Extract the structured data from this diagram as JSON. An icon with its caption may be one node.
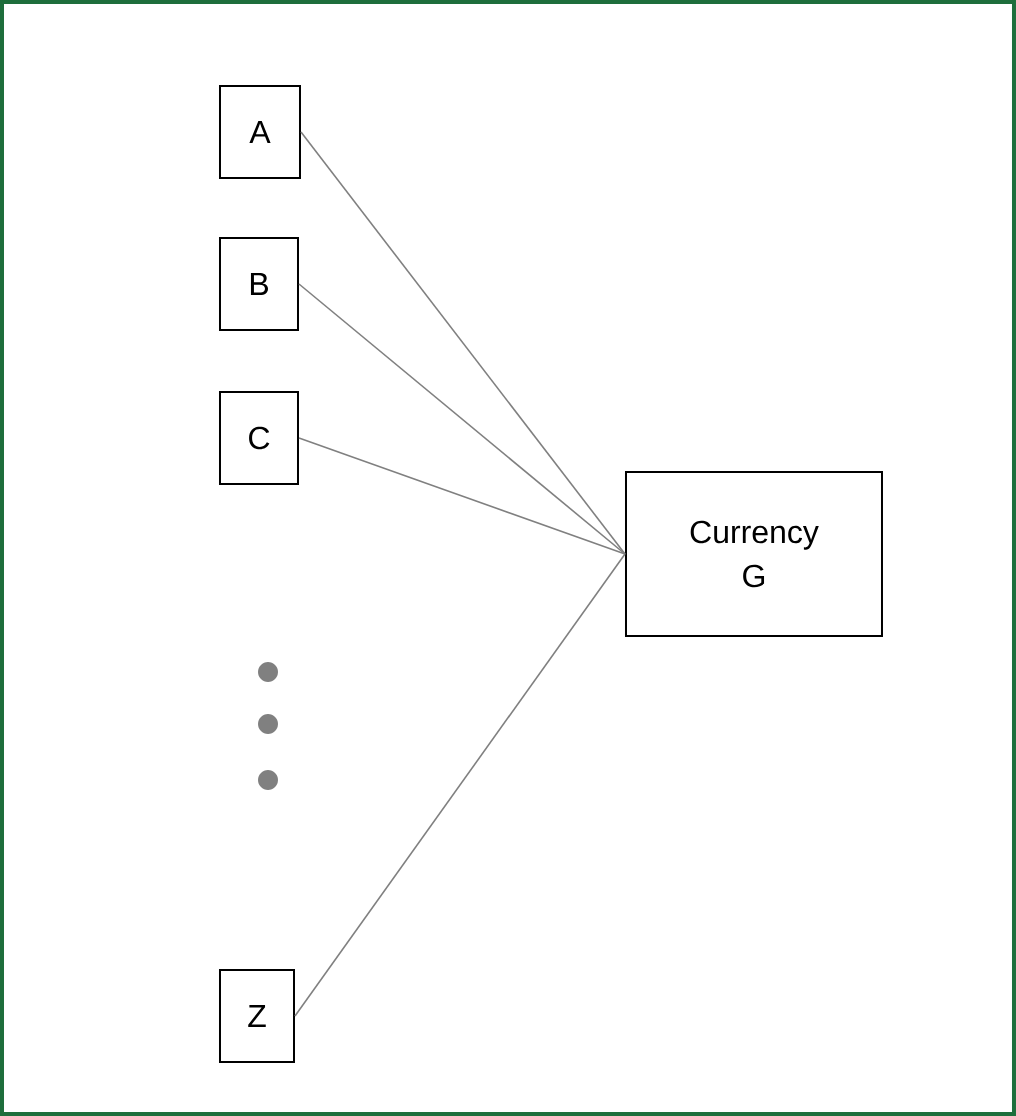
{
  "diagram": {
    "nodes": [
      {
        "text": [
          "A"
        ]
      },
      {
        "text": [
          "B"
        ]
      },
      {
        "text": [
          "C"
        ]
      },
      {
        "text": [
          "Z"
        ]
      },
      {
        "text": [
          "Currency G"
        ]
      }
    ],
    "edges": [
      {
        "from": 0,
        "to": 4,
        "arrow": "none"
      },
      {
        "from": 1,
        "to": 4,
        "arrow": "none"
      },
      {
        "from": 2,
        "to": 4,
        "arrow": "none"
      },
      {
        "from": 3,
        "to": 4,
        "arrow": "none"
      }
    ]
  }
}
